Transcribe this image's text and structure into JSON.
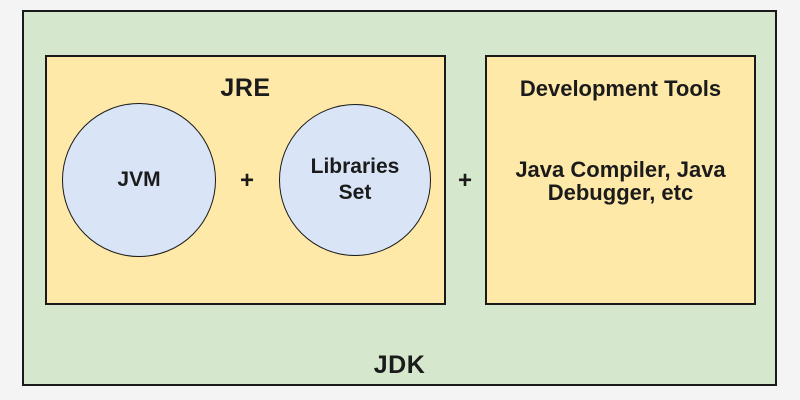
{
  "diagram": {
    "jdk_label": "JDK",
    "jre_box": {
      "title": "JRE",
      "jvm_label": "JVM",
      "libraries_lines": [
        "Libraries",
        "Set"
      ],
      "plus": "+"
    },
    "plus_between_boxes": "+",
    "dev_box": {
      "title": "Development Tools",
      "body_lines": [
        "Java Compiler, Java",
        "Debugger, etc"
      ]
    },
    "colors": {
      "page_background": "#f4f4f5",
      "jdk_box_fill": "#d5e7cd",
      "jre_box_fill": "#ffe9a8",
      "dev_box_fill": "#ffe9a8",
      "circle_fill": "#d9e5f7",
      "border": "#1a1a1a",
      "text": "#1b1b1b"
    }
  }
}
